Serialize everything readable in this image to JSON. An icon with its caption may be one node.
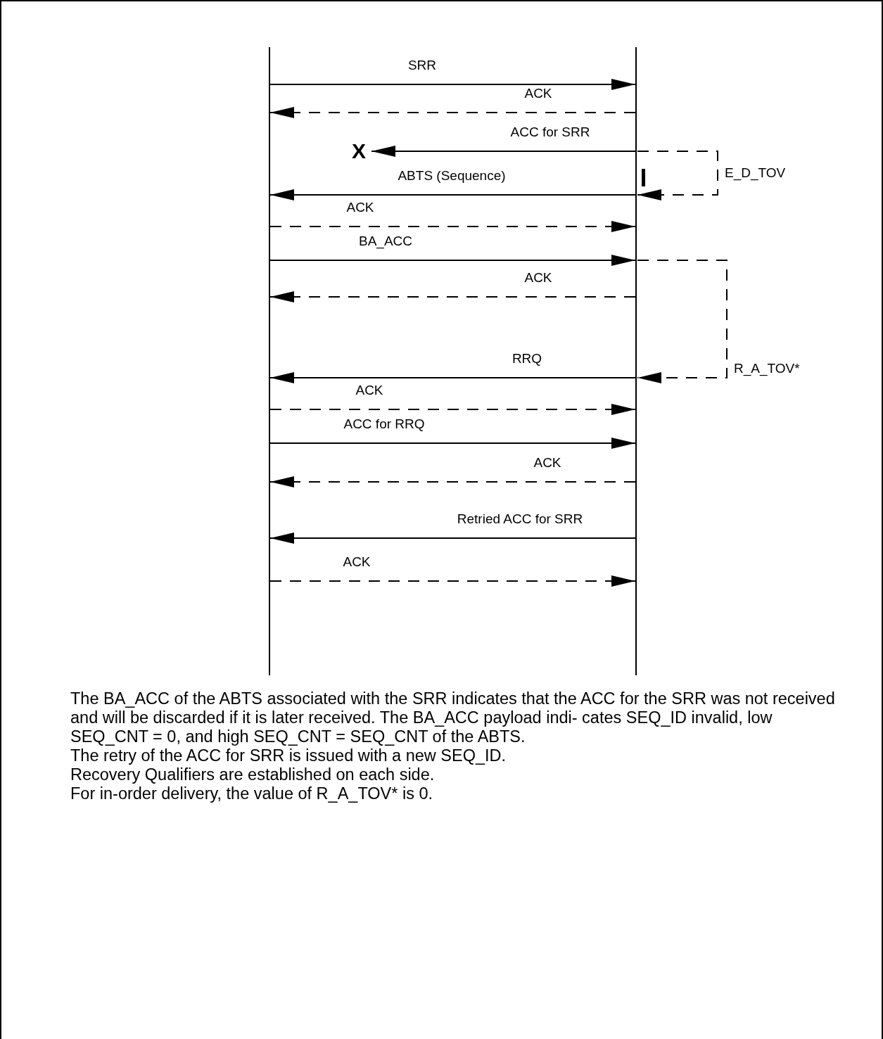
{
  "diagram": {
    "nodes": [
      {
        "text": [],
        "shape": "bar"
      },
      {
        "text": [],
        "shape": "bar"
      },
      {
        "text": [
          "X"
        ]
      }
    ],
    "edges": [
      {
        "from": 0,
        "to": 1,
        "arrow": "to",
        "label": "SRR"
      },
      {
        "from": 1,
        "to": 0,
        "arrow": "to",
        "label": "ACK",
        "style": "dashed"
      },
      {
        "from": 1,
        "to": 2,
        "arrow": "to",
        "label": "ACC for SRR"
      },
      {
        "from": 1,
        "to": 0,
        "arrow": "to",
        "label": "ABTS (Sequence)"
      },
      {
        "from": 0,
        "to": 1,
        "arrow": "to",
        "label": "ACK",
        "style": "dashed"
      },
      {
        "from": 0,
        "to": 1,
        "arrow": "to",
        "label": "BA_ACC"
      },
      {
        "from": 1,
        "to": 0,
        "arrow": "to",
        "label": "ACK",
        "style": "dashed"
      },
      {
        "from": 1,
        "to": 0,
        "arrow": "to",
        "label": "RRQ"
      },
      {
        "from": 0,
        "to": 1,
        "arrow": "to",
        "label": "ACK",
        "style": "dashed"
      },
      {
        "from": 0,
        "to": 1,
        "arrow": "to",
        "label": "ACC for RRQ"
      },
      {
        "from": 1,
        "to": 0,
        "arrow": "to",
        "label": "ACK",
        "style": "dashed"
      },
      {
        "from": 1,
        "to": 0,
        "arrow": "to",
        "label": "Retried ACC for SRR"
      },
      {
        "from": 0,
        "to": 1,
        "arrow": "to",
        "label": "ACK",
        "style": "dashed"
      },
      {
        "from": 1,
        "to": 1,
        "arrow": "to",
        "label": "E_D_TOV",
        "style": "dashed"
      },
      {
        "from": 1,
        "to": 1,
        "arrow": "to",
        "label": "R_A_TOV*",
        "style": "dashed"
      }
    ],
    "labels": [
      "The BA_ACC of the ABTS associated with the SRR indicates that the ACC for the SRR was not received and will be discarded if it is later received. The BA_ACC payload indi- cates SEQ_ID invalid, low SEQ_CNT = 0, and high SEQ_CNT = SEQ_CNT of the ABTS.",
      "The retry of the ACC for SRR is issued with a new SEQ_ID.",
      "Recovery Qualifiers are established on each side.",
      "For in-order delivery, the value of R_A_TOV* is 0."
    ]
  }
}
